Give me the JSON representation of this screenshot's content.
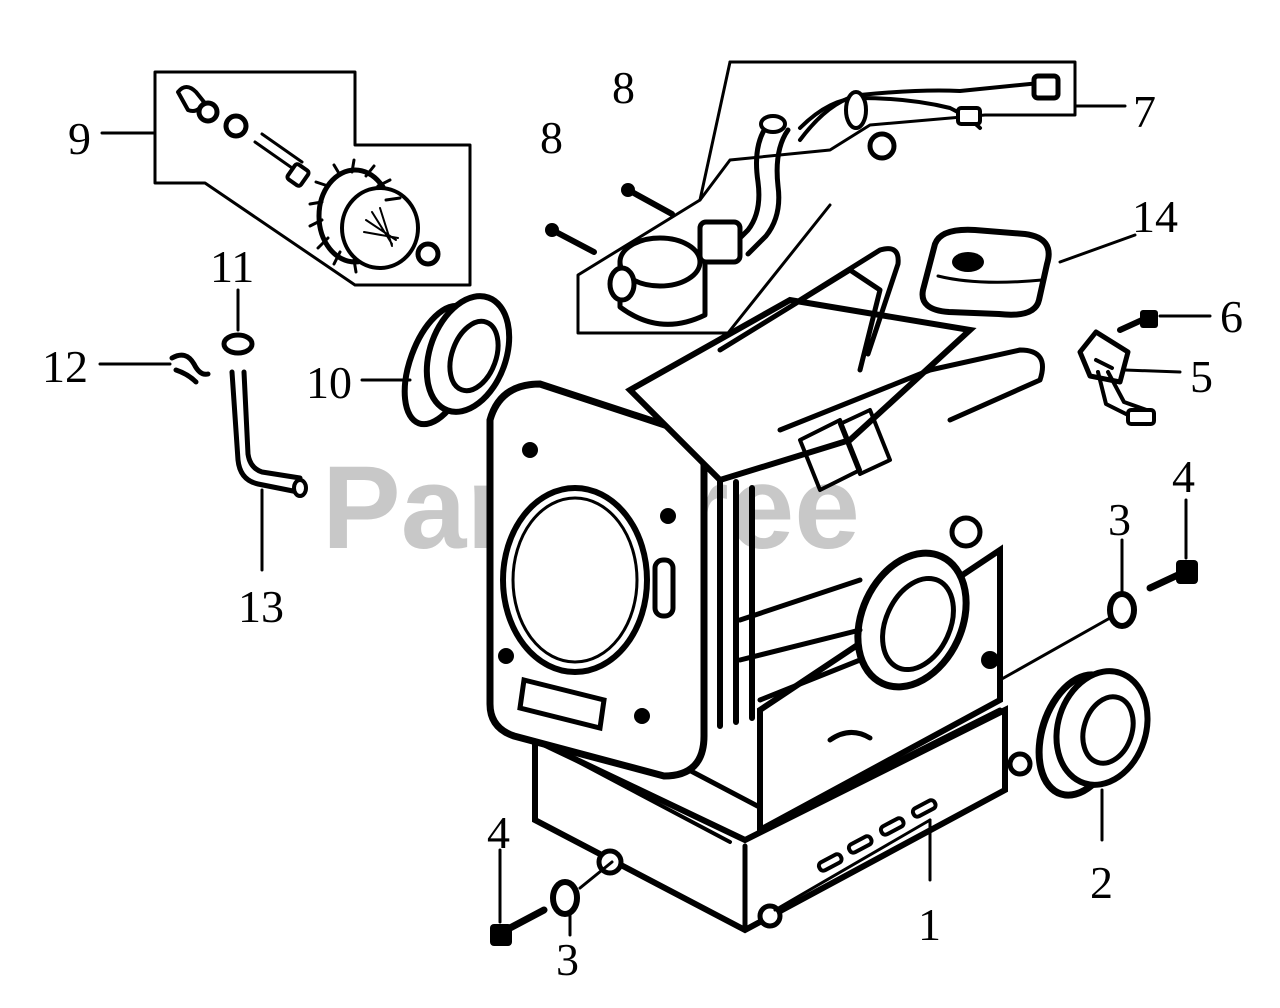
{
  "watermark": "PartsTree",
  "callouts": [
    {
      "id": "c1",
      "text": "1"
    },
    {
      "id": "c2",
      "text": "2"
    },
    {
      "id": "c3a",
      "text": "3"
    },
    {
      "id": "c3b",
      "text": "3"
    },
    {
      "id": "c4a",
      "text": "4"
    },
    {
      "id": "c4b",
      "text": "4"
    },
    {
      "id": "c5",
      "text": "5"
    },
    {
      "id": "c6",
      "text": "6"
    },
    {
      "id": "c7",
      "text": "7"
    },
    {
      "id": "c8a",
      "text": "8"
    },
    {
      "id": "c8b",
      "text": "8"
    },
    {
      "id": "c9",
      "text": "9"
    },
    {
      "id": "c10",
      "text": "10"
    },
    {
      "id": "c11",
      "text": "11"
    },
    {
      "id": "c12",
      "text": "12"
    },
    {
      "id": "c13",
      "text": "13"
    },
    {
      "id": "c14",
      "text": "14"
    }
  ],
  "colors": {
    "ink": "#000000",
    "paper": "#ffffff",
    "watermark": "#c8c8c8"
  },
  "icons": [
    "crankcase",
    "oil-seal",
    "washer",
    "bolt",
    "oil-sensor",
    "oil-sensor-bolt",
    "oil-alert-wiring",
    "governor-assembly",
    "ball-bearing",
    "breather-tube",
    "clip",
    "gasket"
  ]
}
